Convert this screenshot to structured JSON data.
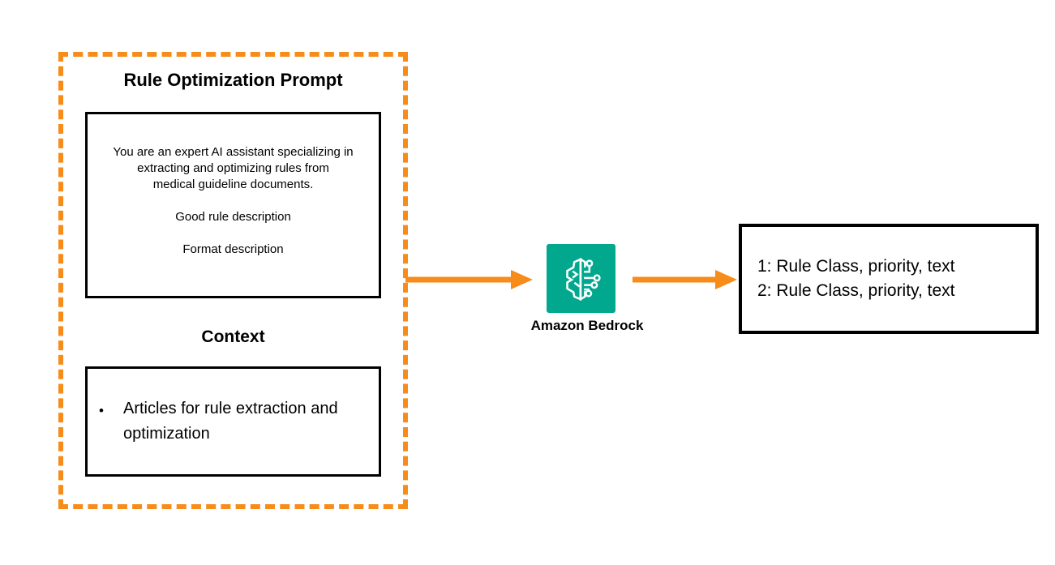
{
  "prompt_group": {
    "title": "Rule Optimization Prompt",
    "prompt_box": {
      "paragraph1_lines": [
        "You are an expert AI assistant specializing in",
        "extracting and optimizing rules from",
        "medical guideline documents."
      ],
      "paragraph2": "Good rule description",
      "paragraph3": "Format description"
    },
    "context_title": "Context",
    "context_box": {
      "bullet_glyph": "•",
      "items": [
        "Articles for rule extraction and optimization"
      ]
    }
  },
  "bedrock": {
    "label": "Amazon Bedrock",
    "icon": "bedrock-brain-circuit-icon"
  },
  "output_box": {
    "lines": [
      "1: Rule Class, priority, text",
      "2: Rule Class, priority, text"
    ]
  },
  "colors": {
    "accent_orange": "#F78C1A",
    "bedrock_teal": "#01A88D",
    "box_border": "#000000",
    "background": "#FFFFFF"
  }
}
